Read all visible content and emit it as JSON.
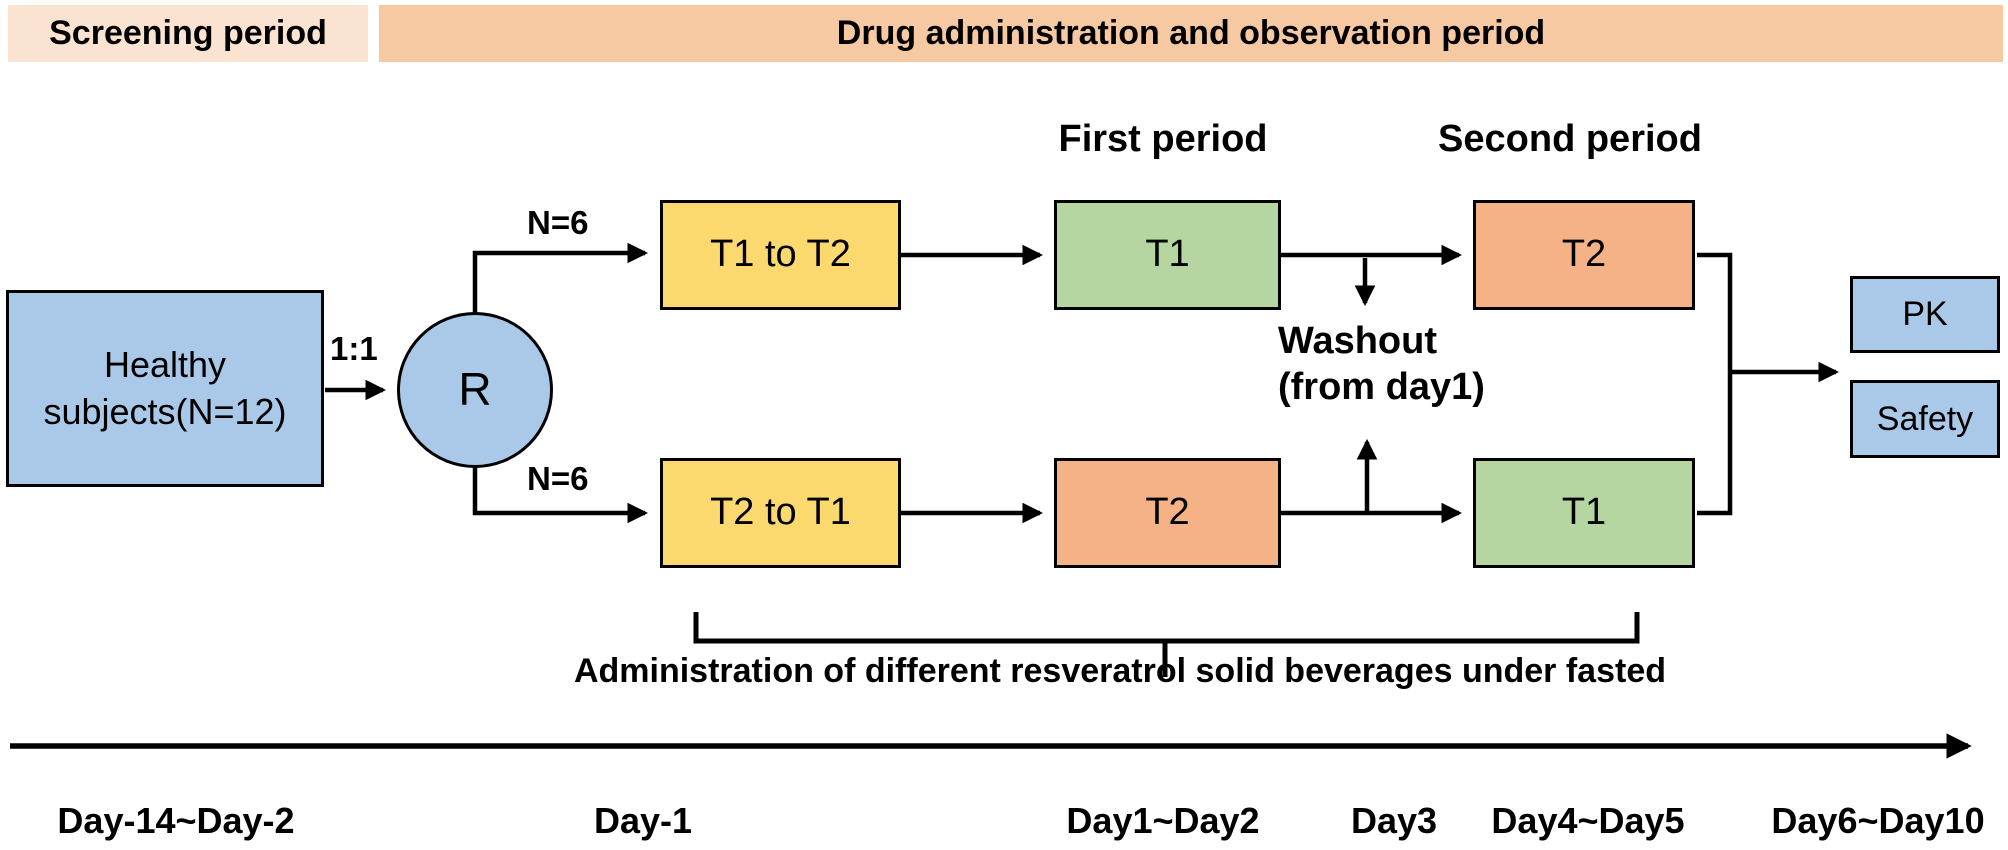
{
  "header": {
    "screening_label": "Screening period",
    "admin_label": "Drug administration and observation period"
  },
  "flow": {
    "healthy_box_label": "Healthy subjects(N=12)",
    "ratio_label": "1:1",
    "randomization_label": "R",
    "arm1_n_label": "N=6",
    "arm2_n_label": "N=6",
    "sequence1_label": "T1 to T2",
    "sequence2_label": "T2 to T1",
    "first_period_label": "First period",
    "second_period_label": "Second period",
    "period1_arm1_label": "T1",
    "period1_arm2_label": "T2",
    "period2_arm1_label": "T2",
    "period2_arm2_label": "T1",
    "washout_line1": "Washout",
    "washout_line2": "(from day1)",
    "pk_label": "PK",
    "safety_label": "Safety"
  },
  "annotation": {
    "fasted_note": "Administration of different resveratrol solid beverages under fasted"
  },
  "timeline": {
    "labels": [
      "Day-14~Day-2",
      "Day-1",
      "Day1~Day2",
      "Day3",
      "Day4~Day5",
      "Day6~Day10"
    ]
  },
  "colors": {
    "band_light": "#fbe3d1",
    "band_dark": "#f6c9a2",
    "blue": "#aac9e8",
    "yellow": "#fcd96e",
    "green": "#b5d6a0",
    "orange": "#f5b287",
    "line": "#000000"
  }
}
